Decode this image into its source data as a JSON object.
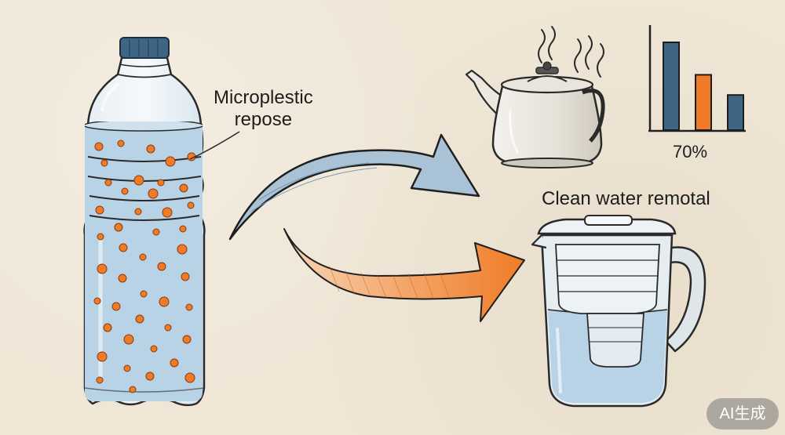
{
  "labels": {
    "microplastic_line1": "Microplestic",
    "microplastic_line2": "repose",
    "percent": "70%",
    "clean_water": "Clean water remotal"
  },
  "badge": {
    "text": "AI生成"
  },
  "chart_data": {
    "type": "bar",
    "categories": [
      "",
      "",
      ""
    ],
    "values": [
      100,
      63,
      40
    ],
    "ylim": [
      0,
      100
    ],
    "colors": [
      "#3f6584",
      "#f07b26",
      "#3f6584"
    ],
    "annotations": [
      "70%"
    ],
    "grid": false
  },
  "colors": {
    "orange": "#f07b26",
    "navy": "#3f6584",
    "water": "#b9d3e6",
    "arrow_blue": "#a9c2d6"
  }
}
